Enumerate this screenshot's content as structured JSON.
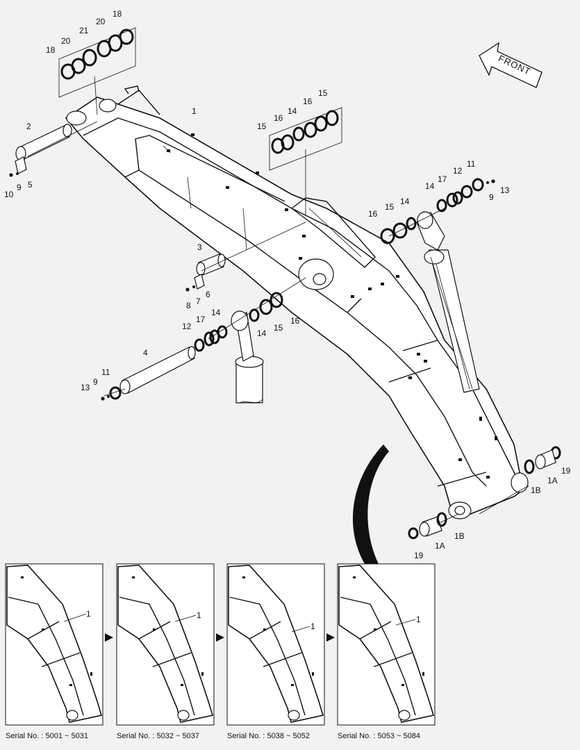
{
  "front_label": "FRONT",
  "part_labels": [
    {
      "id": "c1",
      "text": "1"
    },
    {
      "id": "c2",
      "text": "2"
    },
    {
      "id": "c3",
      "text": "3"
    },
    {
      "id": "c4",
      "text": "4"
    },
    {
      "id": "c5",
      "text": "5"
    },
    {
      "id": "c6",
      "text": "6"
    },
    {
      "id": "c7",
      "text": "7"
    },
    {
      "id": "c8",
      "text": "8"
    },
    {
      "id": "c9a",
      "text": "9"
    },
    {
      "id": "c10",
      "text": "10"
    },
    {
      "id": "c18a",
      "text": "18"
    },
    {
      "id": "c20a",
      "text": "20"
    },
    {
      "id": "c21",
      "text": "21"
    },
    {
      "id": "c20b",
      "text": "20"
    },
    {
      "id": "c18b",
      "text": "18"
    },
    {
      "id": "c15a",
      "text": "15"
    },
    {
      "id": "c16a",
      "text": "16"
    },
    {
      "id": "c14a",
      "text": "14"
    },
    {
      "id": "c16b",
      "text": "16"
    },
    {
      "id": "c15b",
      "text": "15"
    },
    {
      "id": "c14b",
      "text": "14"
    },
    {
      "id": "c17a",
      "text": "17"
    },
    {
      "id": "c12a",
      "text": "12"
    },
    {
      "id": "c11a",
      "text": "11"
    },
    {
      "id": "c9b",
      "text": "9"
    },
    {
      "id": "c13a",
      "text": "13"
    },
    {
      "id": "c16c",
      "text": "16"
    },
    {
      "id": "c15c",
      "text": "15"
    },
    {
      "id": "c14c",
      "text": "14"
    },
    {
      "id": "c12b",
      "text": "12"
    },
    {
      "id": "c17b",
      "text": "17"
    },
    {
      "id": "c14d",
      "text": "14"
    },
    {
      "id": "c14e",
      "text": "14"
    },
    {
      "id": "c15d",
      "text": "15"
    },
    {
      "id": "c16d",
      "text": "16"
    },
    {
      "id": "c11b",
      "text": "11"
    },
    {
      "id": "c9c",
      "text": "9"
    },
    {
      "id": "c13b",
      "text": "13"
    },
    {
      "id": "c19a",
      "text": "19"
    },
    {
      "id": "c1Aa",
      "text": "1A"
    },
    {
      "id": "c1Ba",
      "text": "1B"
    },
    {
      "id": "c1Bb",
      "text": "1B"
    },
    {
      "id": "c1Ab",
      "text": "1A"
    },
    {
      "id": "c19b",
      "text": "19"
    }
  ],
  "serial_variants": [
    {
      "part": "1",
      "serial": "Serial No. : 5001 ~ 5031"
    },
    {
      "part": "1",
      "serial": "Serial No. : 5032 ~ 5037"
    },
    {
      "part": "1",
      "serial": "Serial No. : 5038 ~ 5052"
    },
    {
      "part": "1",
      "serial": "Serial No. : 5053 ~ 5084"
    }
  ],
  "icons": [
    "front-arrow-icon",
    "next-arrow-icon"
  ],
  "colors": {
    "background": "#f2f2f2",
    "line": "#111111",
    "part_fill": "#ffffff"
  }
}
